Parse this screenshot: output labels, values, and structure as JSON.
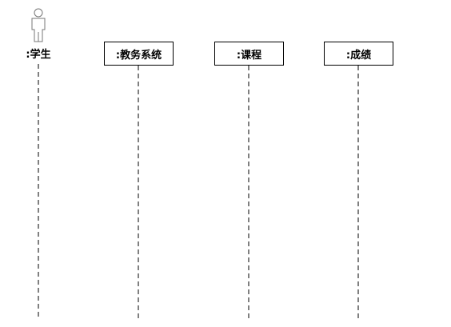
{
  "diagram": {
    "type": "sequence",
    "actor": {
      "label": ":学生",
      "icon": "stick-figure-icon"
    },
    "objects": [
      {
        "label": ":教务系统"
      },
      {
        "label": ":课程"
      },
      {
        "label": ":成绩"
      }
    ],
    "colors": {
      "line": "#000000",
      "icon": "#777777",
      "background": "#ffffff"
    }
  }
}
